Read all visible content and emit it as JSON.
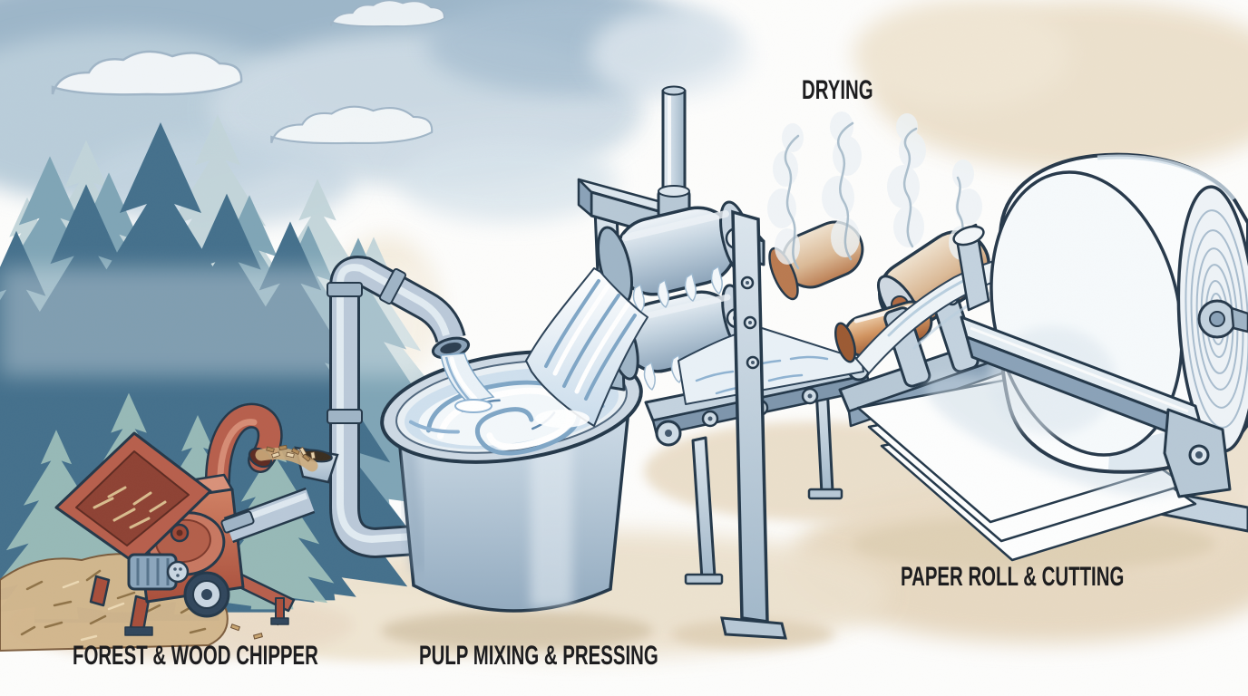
{
  "illustration": {
    "type": "watercolor process diagram",
    "subject": "paper manufacturing process"
  },
  "stages": [
    {
      "id": "forest-wood-chipper",
      "label": "FOREST & WOOD CHIPPER"
    },
    {
      "id": "pulp-mixing-pressing",
      "label": "PULP MIXING & PRESSING"
    },
    {
      "id": "drying",
      "label": "DRYING"
    },
    {
      "id": "paper-roll-cutting",
      "label": "PAPER ROLL & CUTTING"
    }
  ],
  "palette": {
    "ink_outline": "#24384a",
    "label_text": "#1d1d1f",
    "sky_blue": "#9db6c9",
    "cloud_edge": "#9fb4c6",
    "tree_dark": "#44708c",
    "tree_mid": "#7fa5b6",
    "tree_pale": "#c2d5da",
    "trunk_brown": "#8a6b52",
    "chipper_red": "#b75f4c",
    "wood_chip_tan": "#cdab7b",
    "steel_light": "#dce6ee",
    "steel_mid": "#b7c8d6",
    "steel_shadow": "#8aa2b8",
    "pulp_blue": "#7fa6c6",
    "copper_roller": "#d1935f",
    "steam_gray": "#cfdce6",
    "wash_beige": "#ece0cb",
    "paper_white": "#fdfefe"
  }
}
